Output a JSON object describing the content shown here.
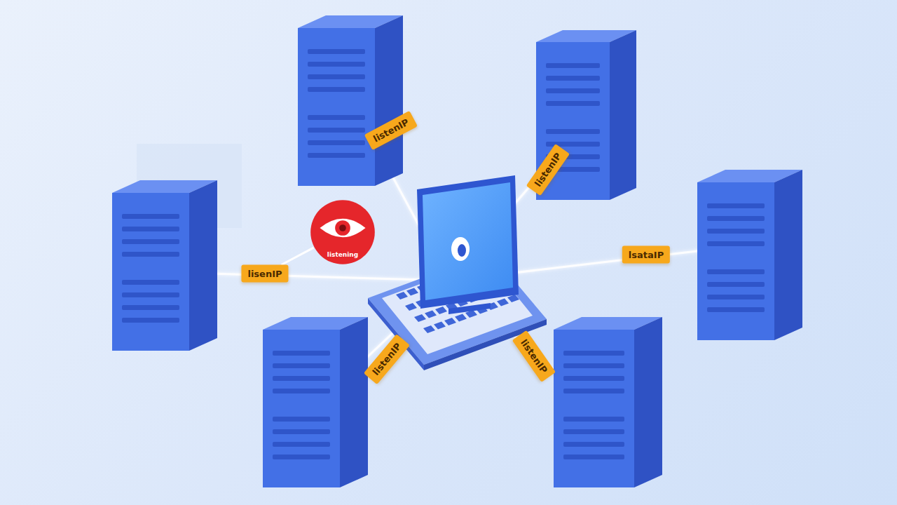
{
  "diagram": {
    "nodes": [
      {
        "text": [
          "listenIP"
        ]
      },
      {
        "text": [
          "listenIP"
        ]
      },
      {
        "text": [
          "listening"
        ]
      },
      {
        "text": [
          "lsataIP"
        ]
      },
      {
        "text": [
          "lisenIP"
        ]
      },
      {
        "text": [
          "listenIP"
        ]
      },
      {
        "text": [
          "listenIP"
        ]
      }
    ],
    "edges": [
      {
        "from": 4,
        "to": 2,
        "arrow": "none"
      }
    ]
  }
}
